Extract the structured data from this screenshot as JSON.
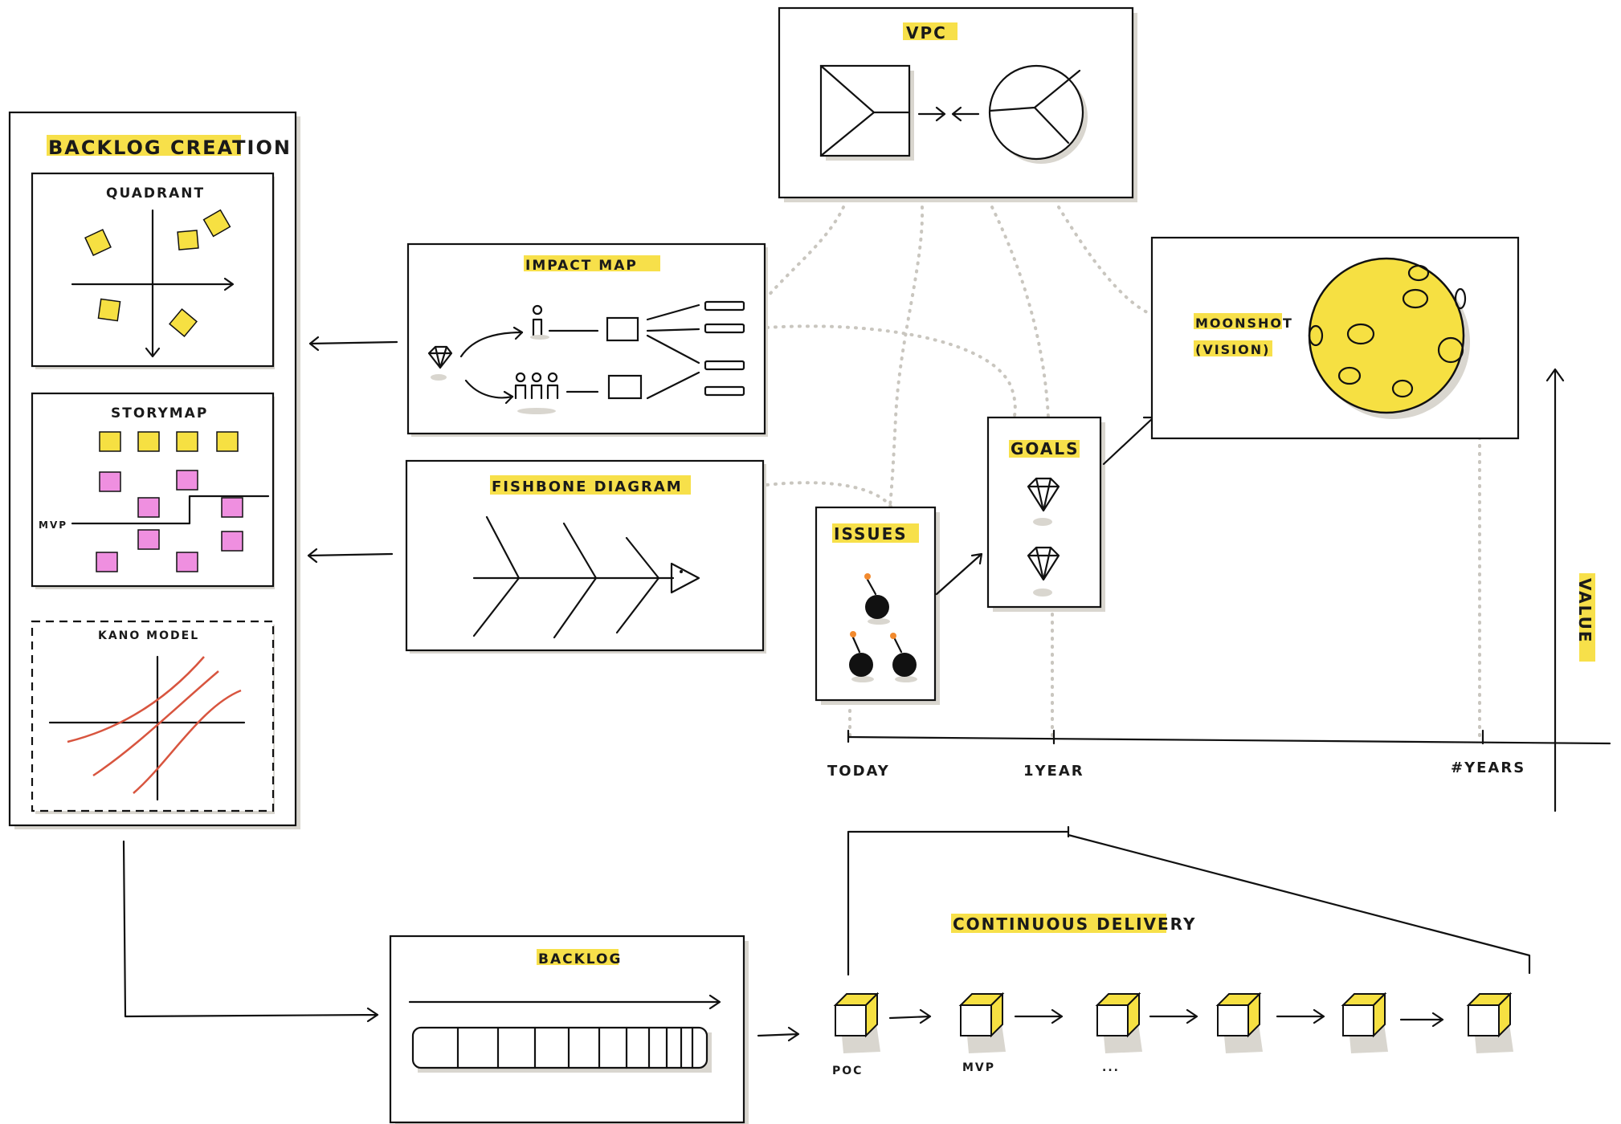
{
  "panels": {
    "backlog_creation": {
      "title": "BACKLOG CREATION"
    },
    "quadrant": {
      "title": "QUADRANT"
    },
    "storymap": {
      "title": "STORYMAP",
      "mvp_label": "MVP"
    },
    "kano": {
      "title": "KANO MODEL"
    },
    "vpc": {
      "title": "VPC"
    },
    "impact_map": {
      "title": "IMPACT MAP"
    },
    "fishbone": {
      "title": "FISHBONE DIAGRAM"
    },
    "issues": {
      "title": "ISSUES"
    },
    "goals": {
      "title": "GOALS"
    },
    "moonshot": {
      "title_line1": "MOONSHOT",
      "title_line2": "(VISION)",
      "highlight_color": "#ff0000"
    },
    "backlog": {
      "title": "BACKLOG"
    }
  },
  "timeline": {
    "ticks": [
      "TODAY",
      "1YEAR",
      "#YEARS"
    ],
    "y_axis_label": "VALUE"
  },
  "delivery": {
    "title": "CONTINUOUS DELIVERY",
    "stages": [
      "POC",
      "MVP",
      "...",
      "",
      "",
      ""
    ]
  },
  "colors": {
    "accent_yellow": "#f6e042",
    "sticky_pink": "#ef8fe0",
    "kano_red": "#d8553f"
  }
}
